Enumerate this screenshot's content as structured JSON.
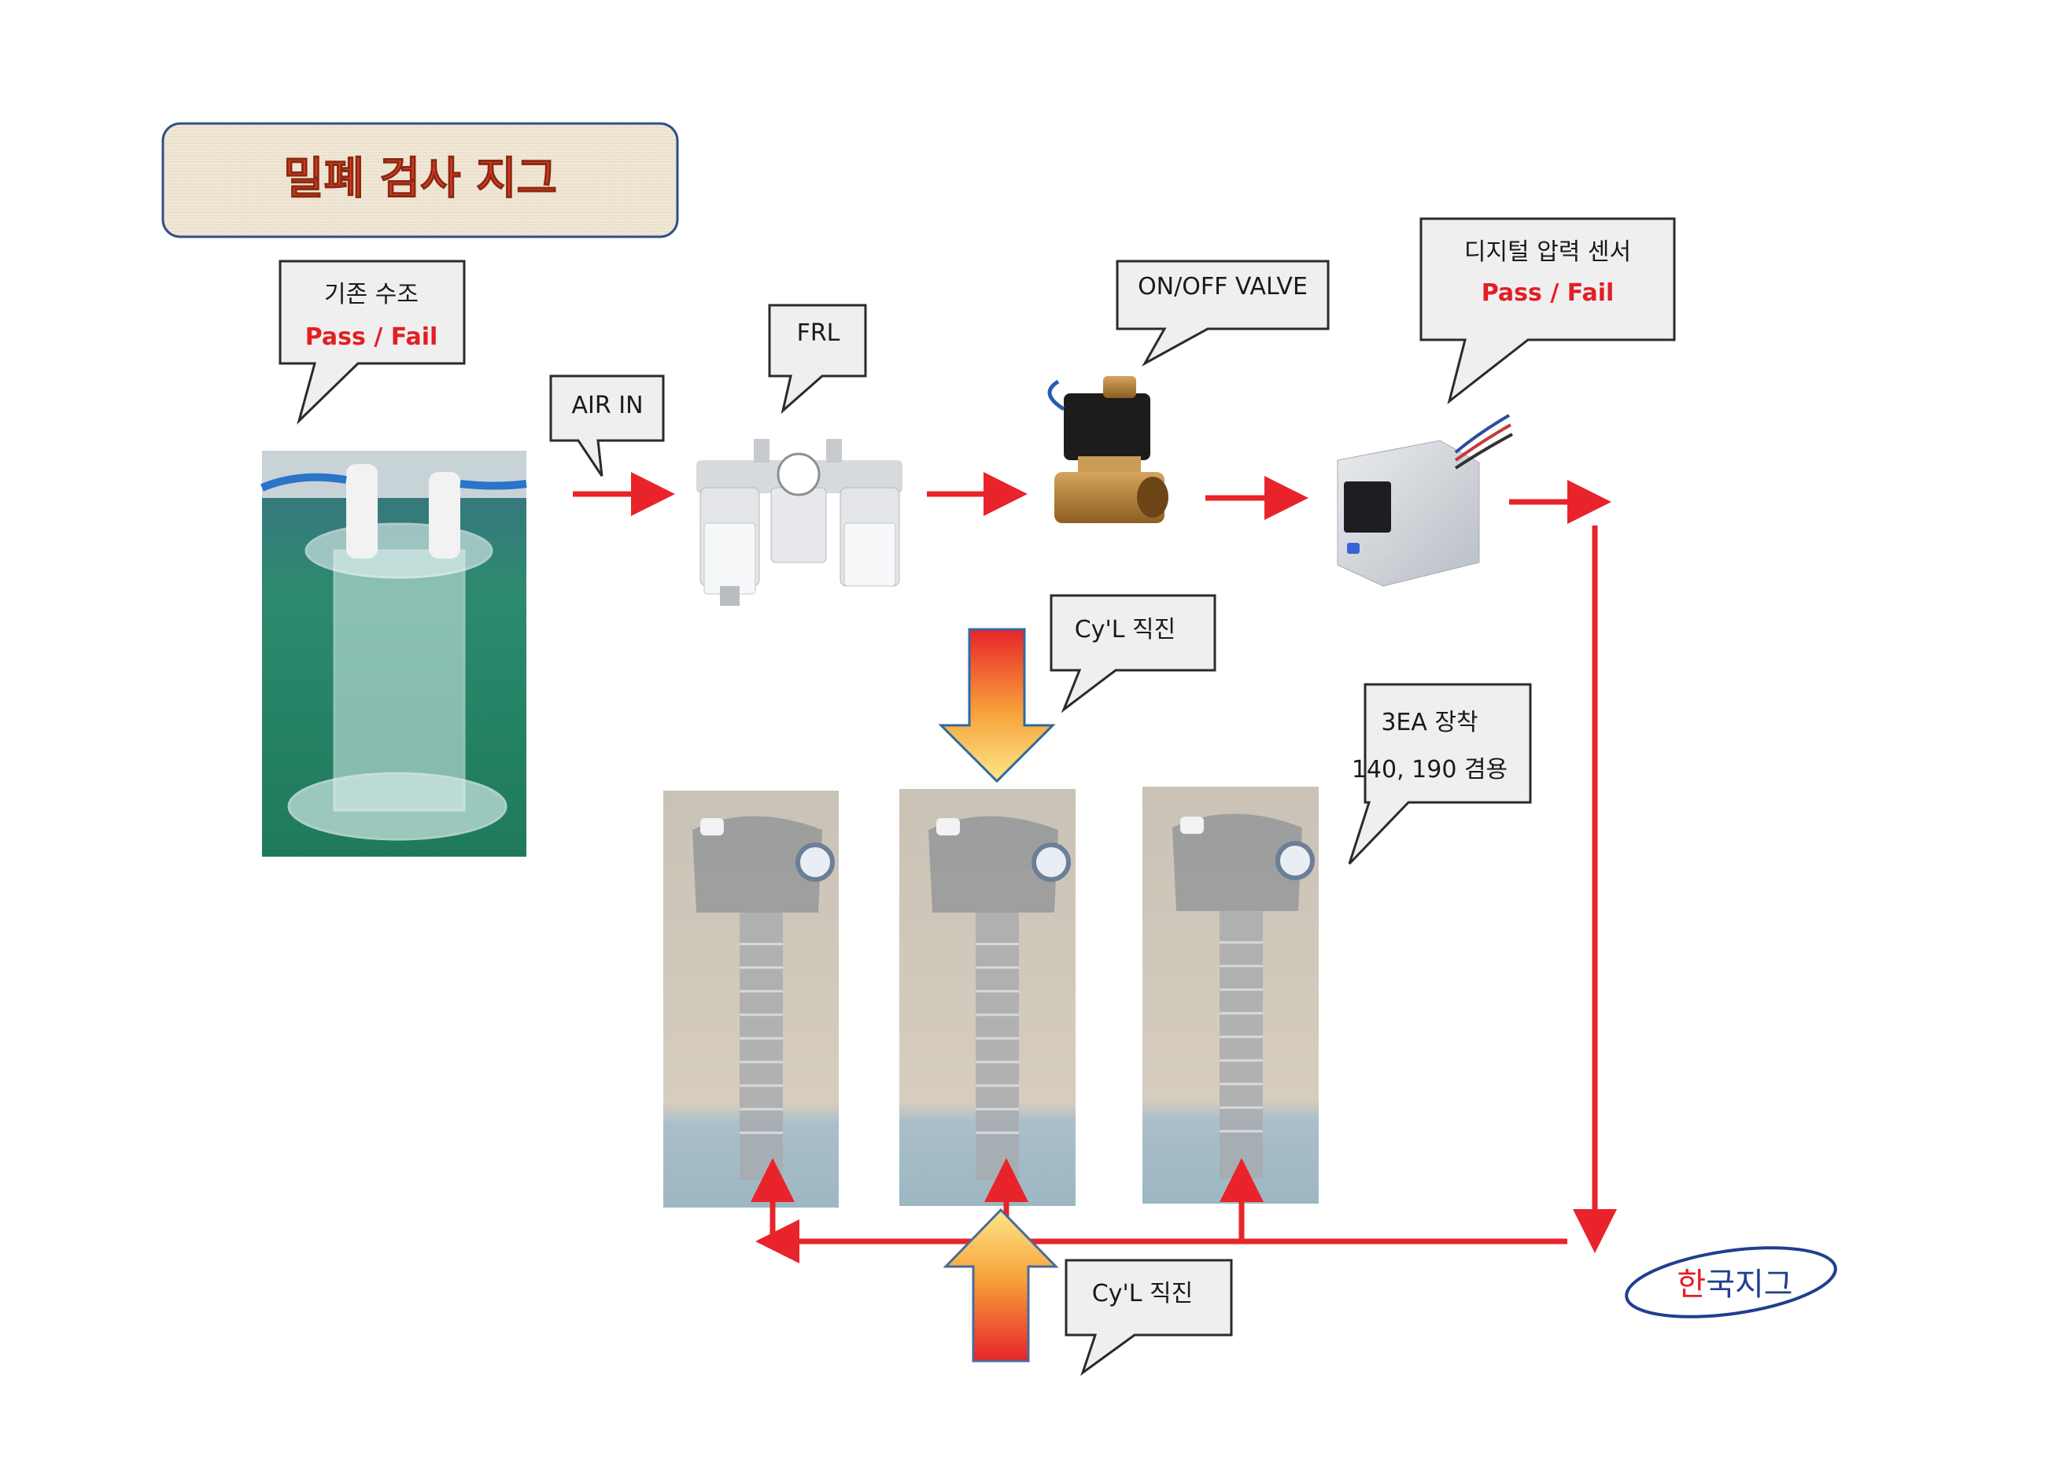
{
  "title": "밀폐 검사 지그",
  "callouts": {
    "existing_tank_line1": "기존  수조",
    "existing_tank_line2": "Pass / Fail",
    "air_in": "AIR IN",
    "frl": "FRL",
    "onoff_valve": "ON/OFF VALVE",
    "digital_sensor_line1": "디지털 압력 센서",
    "digital_sensor_line2": "Pass / Fail",
    "cyl_top": "Cy'L 직진",
    "three_ea_line1": "3EA 장착",
    "three_ea_line2": "140, 190 겸용",
    "cyl_bottom": "Cy'L 직진"
  },
  "logo": {
    "char1": "한",
    "rest": "국지그",
    "char1_color": "#e31e24",
    "rest_color": "#1f3f8f",
    "ring_color": "#1f3f8f"
  },
  "colors": {
    "flow_arrow": "#e8242a",
    "title_bg": "#f3eadb",
    "title_border": "#2f4f8a",
    "title_text": "#ef3b24",
    "highlight_red": "#e31e24"
  }
}
